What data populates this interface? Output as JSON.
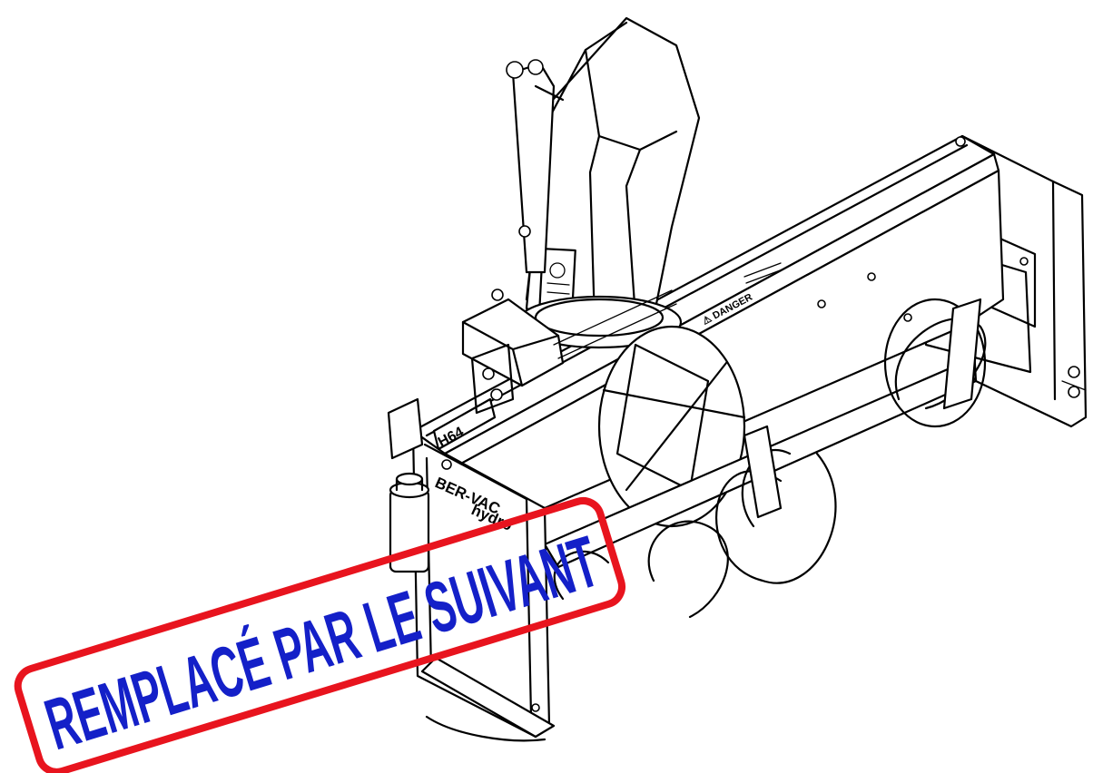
{
  "machine": {
    "model_code": "H64",
    "brand_line1": "BER-VAC",
    "brand_line2": "hydro",
    "warning_label": "⚠ DANGER"
  },
  "stamp": {
    "text": "REMPLACÉ PAR LE SUIVANT",
    "text_color": "#1420c8",
    "border_color": "#e8141e"
  }
}
